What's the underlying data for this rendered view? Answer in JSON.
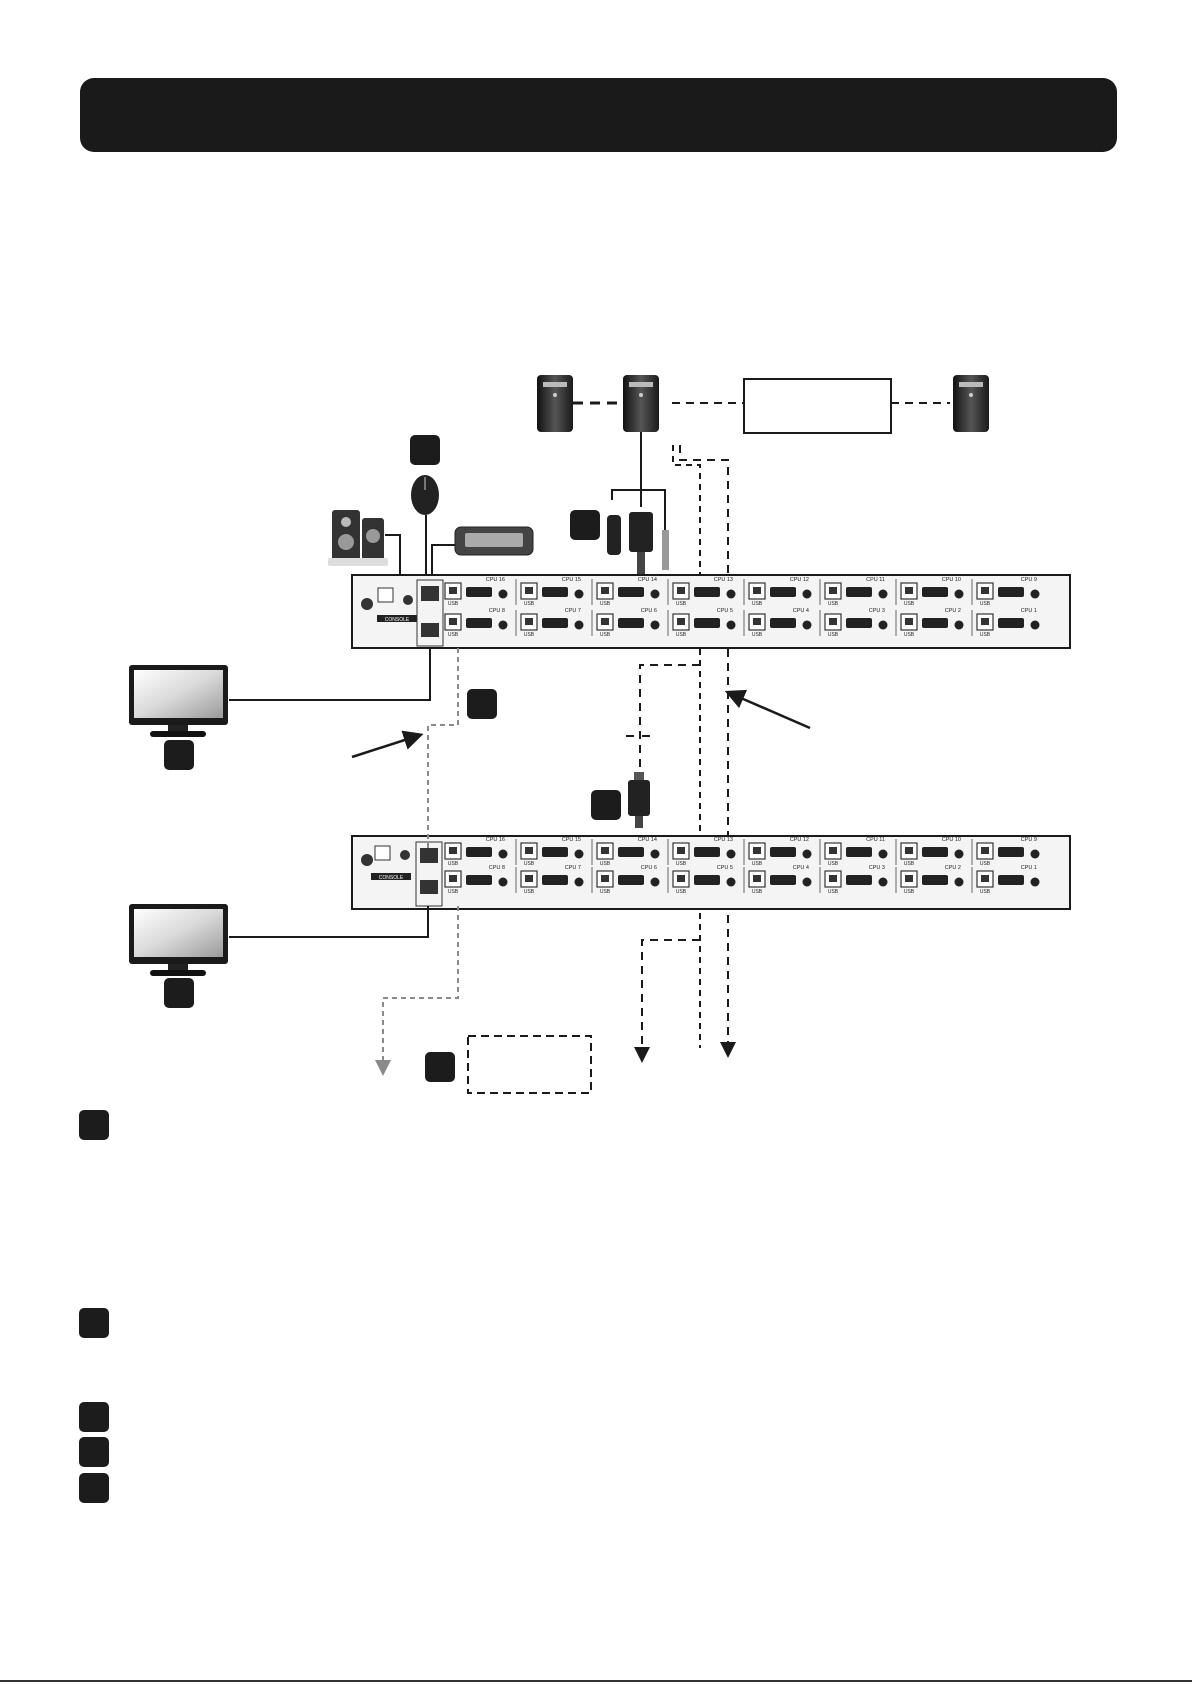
{
  "header": {
    "title": ""
  },
  "console_port_label": "CONSOLE",
  "usb_label": "USB",
  "switch_1": {
    "top_row": [
      "CPU 16",
      "CPU 15",
      "CPU 14",
      "CPU 13",
      "CPU 12",
      "CPU 11",
      "CPU 10",
      "CPU 9"
    ],
    "bottom_row": [
      "CPU 8",
      "CPU 7",
      "CPU 6",
      "CPU 5",
      "CPU 4",
      "CPU 3",
      "CPU 2",
      "CPU 1"
    ]
  },
  "switch_2": {
    "top_row": [
      "CPU 16",
      "CPU 15",
      "CPU 14",
      "CPU 13",
      "CPU 12",
      "CPU 11",
      "CPU 10",
      "CPU 9"
    ],
    "bottom_row": [
      "CPU 8",
      "CPU 7",
      "CPU 6",
      "CPU 5",
      "CPU 4",
      "CPU 3",
      "CPU 2",
      "CPU 1"
    ]
  },
  "icons": {
    "computer": "desktop-tower-icon",
    "monitor": "monitor-icon",
    "mouse": "mouse-icon",
    "keyboard": "keyboard-icon",
    "speakers": "speakers-icon",
    "cable": "kvm-cable-icon",
    "adapter": "displayport-adapter-icon"
  },
  "colors": {
    "ink": "#1a1a1a",
    "gray_line": "#8a8a8a",
    "panel": "#f4f4f4"
  }
}
